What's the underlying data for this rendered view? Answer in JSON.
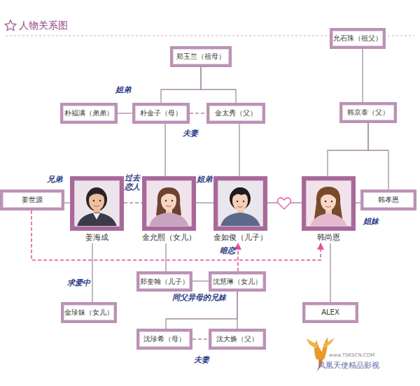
{
  "diagram": {
    "title": "人物关系图",
    "nodes": [
      {
        "text": [
          "允石珠（祖父）"
        ]
      },
      {
        "text": [
          "郑玉兰（祖母）"
        ]
      },
      {
        "text": [
          "朴福满（弟弟）"
        ]
      },
      {
        "text": [
          "朴金子（母）"
        ]
      },
      {
        "text": [
          "金太秀（父）"
        ]
      },
      {
        "text": [
          "韩京泰（父）"
        ]
      },
      {
        "text": [
          "姜世源"
        ]
      },
      {
        "text": [
          "姜海成"
        ]
      },
      {
        "text": [
          "金允熙（女儿）"
        ]
      },
      {
        "text": [
          "金如俊（儿子）"
        ]
      },
      {
        "text": [
          "韩尚恩"
        ]
      },
      {
        "text": [
          "韩孝恩"
        ]
      },
      {
        "text": [
          "郑奎翰（儿子）"
        ]
      },
      {
        "text": [
          "沈慧琳（女儿）"
        ]
      },
      {
        "text": [
          "金珍妹（女儿）"
        ]
      },
      {
        "text": [
          "ALEX"
        ]
      },
      {
        "text": [
          "沈珍希（母）"
        ]
      },
      {
        "text": [
          "沈大焕（父）"
        ]
      }
    ],
    "edges": [
      {
        "from": 1,
        "to": 3,
        "arrow": "none"
      },
      {
        "from": 1,
        "to": 4,
        "arrow": "none"
      },
      {
        "from": 2,
        "to": 3,
        "label": "姐弟",
        "arrow": "none"
      },
      {
        "from": 3,
        "to": 4,
        "label": "夫妻",
        "arrow": "none"
      },
      {
        "from": 3,
        "to": 8,
        "arrow": "none"
      },
      {
        "from": 4,
        "to": 9,
        "arrow": "none"
      },
      {
        "from": 0,
        "to": 5,
        "arrow": "none"
      },
      {
        "from": 5,
        "to": 10,
        "arrow": "none"
      },
      {
        "from": 5,
        "to": 11,
        "arrow": "none"
      },
      {
        "from": 6,
        "to": 7,
        "label": "兄弟",
        "arrow": "none"
      },
      {
        "from": 7,
        "to": 8,
        "label": "过去恋人",
        "arrow": "none"
      },
      {
        "from": 8,
        "to": 9,
        "label": "姐弟",
        "arrow": "none"
      },
      {
        "from": 9,
        "to": 10,
        "arrow": "none"
      },
      {
        "from": 10,
        "to": 11,
        "label": "姐妹",
        "arrow": "none"
      },
      {
        "from": 6,
        "to": 10,
        "arrow": "to"
      },
      {
        "from": 13,
        "to": 9,
        "label": "暗恋",
        "arrow": "to"
      },
      {
        "from": 7,
        "to": 14,
        "label": "求爱中",
        "arrow": "none"
      },
      {
        "from": 8,
        "to": 12,
        "arrow": "none"
      },
      {
        "from": 12,
        "to": 13,
        "label": "同父异母的兄妹",
        "arrow": "none"
      },
      {
        "from": 16,
        "to": 17,
        "label": "夫妻",
        "arrow": "none"
      },
      {
        "from": 16,
        "to": 13,
        "arrow": "none"
      },
      {
        "from": 17,
        "to": 13,
        "arrow": "none"
      },
      {
        "from": 10,
        "to": 15,
        "arrow": "none"
      }
    ],
    "labels": [
      "www.TSKSCN.COM",
      "凤凰天使精品影视"
    ]
  }
}
